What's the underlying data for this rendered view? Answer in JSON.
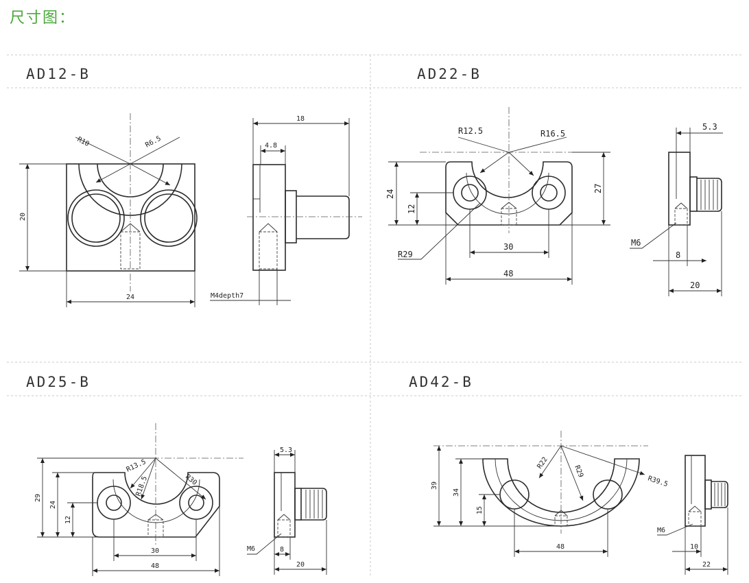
{
  "page_title": "尺寸图：",
  "panels": [
    {
      "model": "AD12-B",
      "front_dims": {
        "r_outer": "R10",
        "r_inner": "R6.5",
        "height": "20",
        "width": "24"
      },
      "side_dims": {
        "depth": "18",
        "offset": "4.8",
        "thread": "M4depth7"
      }
    },
    {
      "model": "AD22-B",
      "front_dims": {
        "r_inner": "R12.5",
        "r_outer": "R16.5",
        "height_left": "24",
        "height_right": "27",
        "hole_height": "12",
        "hole_spacing": "30",
        "width": "48",
        "r_arc": "R29"
      },
      "side_dims": {
        "offset": "5.3",
        "thread": "M6",
        "hole_pos": "8",
        "depth": "20"
      }
    },
    {
      "model": "AD25-B",
      "front_dims": {
        "r_inner": "R13.5",
        "r_mid": "R18.5",
        "r_outer": "R30",
        "height_total": "29",
        "height": "24",
        "hole_height": "12",
        "hole_spacing": "30",
        "width": "48"
      },
      "side_dims": {
        "offset": "5.3",
        "thread": "M6",
        "hole_pos": "8",
        "depth": "20"
      }
    },
    {
      "model": "AD42-B",
      "front_dims": {
        "r_inner": "R22",
        "r_mid": "R29",
        "r_outer": "R39.5",
        "height_total": "39",
        "height": "34",
        "hole_height": "15",
        "hole_spacing": "48"
      },
      "side_dims": {
        "thread": "M6",
        "hole_pos": "10",
        "depth": "22"
      }
    }
  ]
}
